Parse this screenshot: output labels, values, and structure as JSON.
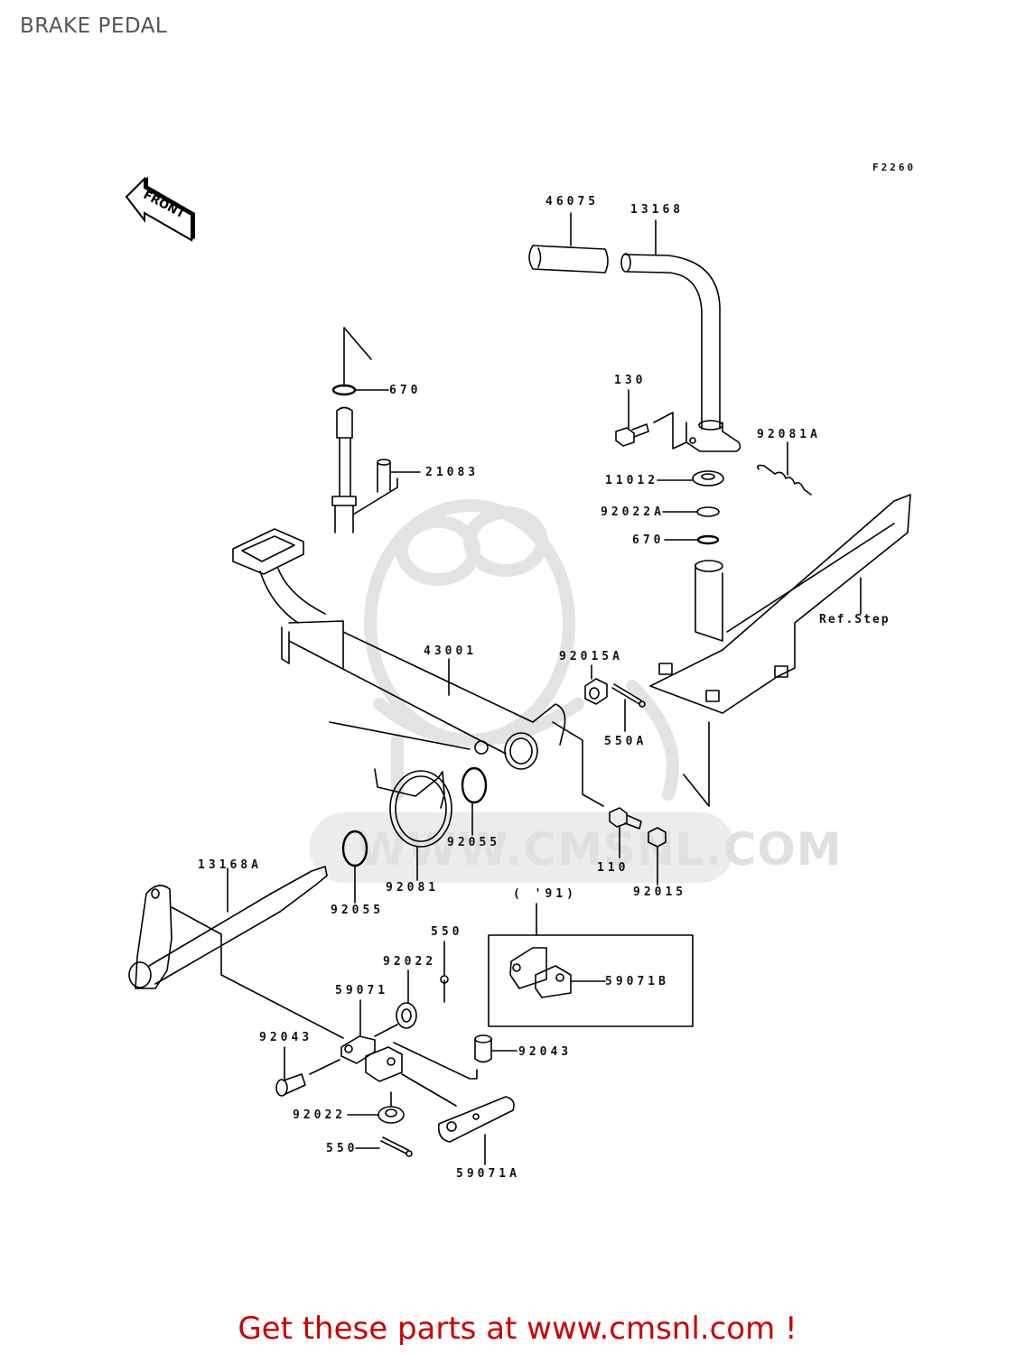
{
  "page": {
    "title": "BRAKE PEDAL",
    "figure_code": "F2260",
    "footer_text": "Get these parts at www.cmsnl.com !"
  },
  "watermark": {
    "text": "WWW.CMSNL.COM",
    "color": "#e0e0e0"
  },
  "orientation": {
    "label": "FRONT"
  },
  "callouts": [
    {
      "id": "46075",
      "label": "46075",
      "part": "grip"
    },
    {
      "id": "13168",
      "label": "13168",
      "part": "brake lever"
    },
    {
      "id": "670-top",
      "label": "670",
      "part": "o-ring"
    },
    {
      "id": "21083",
      "label": "21083",
      "part": "shaft"
    },
    {
      "id": "130",
      "label": "130",
      "part": "bolt"
    },
    {
      "id": "92081A",
      "label": "92081A",
      "part": "spring"
    },
    {
      "id": "11012",
      "label": "11012",
      "part": "washer"
    },
    {
      "id": "92022A",
      "label": "92022A",
      "part": "washer"
    },
    {
      "id": "670-right",
      "label": "670",
      "part": "o-ring"
    },
    {
      "id": "ref-step",
      "label": "Ref.Step",
      "part": "step reference"
    },
    {
      "id": "43001",
      "label": "43001",
      "part": "brake pedal"
    },
    {
      "id": "92015A",
      "label": "92015A",
      "part": "nut"
    },
    {
      "id": "550A",
      "label": "550A",
      "part": "cotter pin"
    },
    {
      "id": "92055-a",
      "label": "92055",
      "part": "o-ring"
    },
    {
      "id": "92081",
      "label": "92081",
      "part": "return spring"
    },
    {
      "id": "110",
      "label": "110",
      "part": "bolt"
    },
    {
      "id": "92015",
      "label": "92015",
      "part": "nut"
    },
    {
      "id": "13168A",
      "label": "13168A",
      "part": "lever shaft"
    },
    {
      "id": "92055-b",
      "label": "92055",
      "part": "o-ring"
    },
    {
      "id": "91-note",
      "label": "( '91)",
      "part": "model year note"
    },
    {
      "id": "59071B",
      "label": "59071B",
      "part": "joint"
    },
    {
      "id": "550-top",
      "label": "550",
      "part": "cotter pin"
    },
    {
      "id": "92022-top",
      "label": "92022",
      "part": "washer"
    },
    {
      "id": "59071",
      "label": "59071",
      "part": "joint"
    },
    {
      "id": "92043-left",
      "label": "92043",
      "part": "pin"
    },
    {
      "id": "92043-right",
      "label": "92043",
      "part": "pin"
    },
    {
      "id": "92022-bottom",
      "label": "92022",
      "part": "washer"
    },
    {
      "id": "550-bottom",
      "label": "550",
      "part": "cotter pin"
    },
    {
      "id": "59071A",
      "label": "59071A",
      "part": "joint"
    }
  ]
}
